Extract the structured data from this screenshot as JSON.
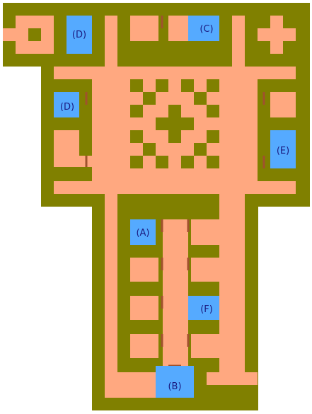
{
  "map": {
    "colors": {
      "background": "#ffffff",
      "wall": "#808000",
      "floor": "#ffa880",
      "special_room": "#55aaff",
      "door": "#a0522d",
      "label": "#1a1a80"
    },
    "rooms": [
      {
        "id": "room-d-top",
        "label": "(D)"
      },
      {
        "id": "room-c",
        "label": "(C)"
      },
      {
        "id": "room-d-left",
        "label": "(D)"
      },
      {
        "id": "room-e",
        "label": "(E)"
      },
      {
        "id": "room-a",
        "label": "(A)"
      },
      {
        "id": "room-f",
        "label": "(F)"
      },
      {
        "id": "room-b",
        "label": "(B)"
      }
    ]
  }
}
